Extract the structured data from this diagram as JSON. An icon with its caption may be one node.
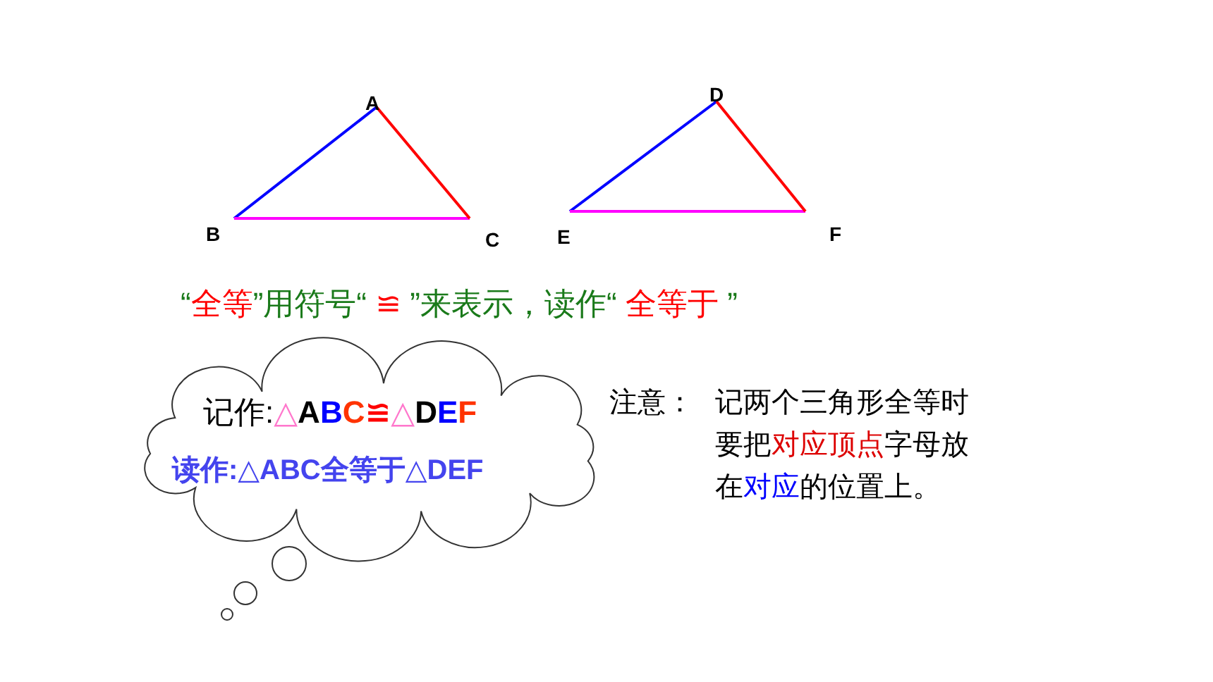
{
  "diagram": {
    "nodes": [
      {
        "text": [
          "记作:△ABC≌△DEF",
          "读作:△ABC全等于△DEF"
        ]
      }
    ],
    "labels": [
      "A",
      "D",
      "B",
      "C",
      "E",
      "F",
      "“全等”用符号“ ≌ ”来表示，读作“ 全等于 ”",
      "注意：",
      "记两个三角形全等时要把对应顶点字母放在对应的位置上。"
    ]
  }
}
